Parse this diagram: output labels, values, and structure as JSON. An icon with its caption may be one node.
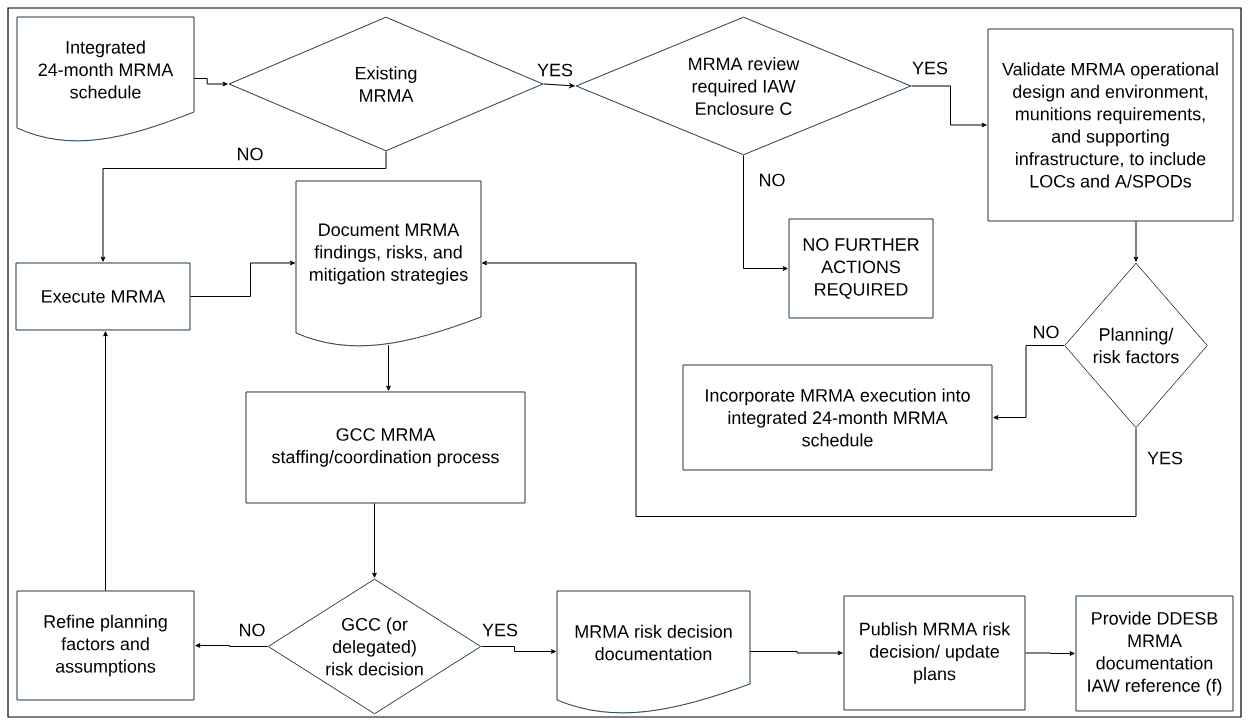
{
  "diagram": {
    "nodes": [
      {
        "text": [
          "Integrated 24-month MRMA schedule"
        ]
      },
      {
        "text": [
          "Existing MRMA"
        ]
      },
      {
        "text": [
          "MRMA review required IAW Enclosure C"
        ]
      },
      {
        "text": [
          "Validate MRMA operational design and environment, munitions requirements, and supporting infrastructure, to include LOCs and A/SPODs"
        ]
      },
      {
        "text": [
          "NO FURTHER ACTIONS REQUIRED"
        ]
      },
      {
        "text": [
          "Execute MRMA"
        ]
      },
      {
        "text": [
          "Document MRMA findings, risks, and mitigation strategies"
        ]
      },
      {
        "text": [
          "Planning/ risk factors"
        ]
      },
      {
        "text": [
          "Incorporate MRMA execution into integrated 24-month MRMA schedule"
        ]
      },
      {
        "text": [
          "GCC MRMA staffing/coordination process"
        ]
      },
      {
        "text": [
          "Refine planning factors and assumptions"
        ]
      },
      {
        "text": [
          "GCC (or delegated) risk decision"
        ]
      },
      {
        "text": [
          "MRMA risk decision documentation"
        ]
      },
      {
        "text": [
          "Publish MRMA risk decision/ update plans"
        ]
      },
      {
        "text": [
          "Provide DDESB MRMA documentation IAW reference (f)"
        ]
      }
    ],
    "edges": [
      {
        "from": 0,
        "to": 1,
        "arrow": "to"
      },
      {
        "from": 1,
        "to": 2,
        "arrow": "to",
        "label": "YES"
      },
      {
        "from": 1,
        "to": 5,
        "arrow": "to",
        "label": "NO"
      },
      {
        "from": 2,
        "to": 3,
        "arrow": "to",
        "label": "YES"
      },
      {
        "from": 2,
        "to": 4,
        "arrow": "to",
        "label": "NO"
      },
      {
        "from": 5,
        "to": 6,
        "arrow": "to"
      },
      {
        "from": 3,
        "to": 7,
        "arrow": "to"
      },
      {
        "from": 7,
        "to": 8,
        "arrow": "to",
        "label": "NO"
      },
      {
        "from": 7,
        "to": 6,
        "arrow": "to",
        "label": "YES"
      },
      {
        "from": 6,
        "to": 9,
        "arrow": "to"
      },
      {
        "from": 9,
        "to": 11,
        "arrow": "to"
      },
      {
        "from": 11,
        "to": 10,
        "arrow": "to",
        "label": "NO"
      },
      {
        "from": 11,
        "to": 12,
        "arrow": "to",
        "label": "YES"
      },
      {
        "from": 12,
        "to": 13,
        "arrow": "to"
      },
      {
        "from": 13,
        "to": 14,
        "arrow": "to"
      },
      {
        "from": 10,
        "to": 5,
        "arrow": "to"
      }
    ]
  }
}
